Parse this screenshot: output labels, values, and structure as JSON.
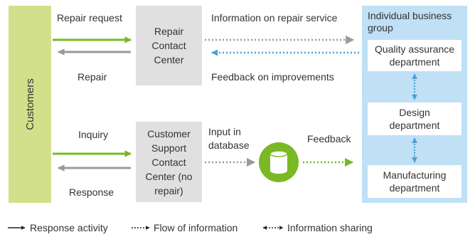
{
  "colors": {
    "customers_bg": "#d2e08c",
    "gray_box_bg": "#e0e0e0",
    "group_bg": "#bfe0f5",
    "dept_bg": "#ffffff",
    "green_arrow": "#7ab824",
    "gray_arrow": "#9a9a9a",
    "blue_arrow": "#4b9fd6",
    "database_fill": "#7ab824"
  },
  "customers": {
    "label": "Customers"
  },
  "repair_center": {
    "label": "Repair Contact Center"
  },
  "support_center": {
    "label": "Customer Support Contact Center (no repair)"
  },
  "business_group": {
    "title": "Individual business group",
    "departments": [
      {
        "label": "Quality assurance department"
      },
      {
        "label": "Design department"
      },
      {
        "label": "Manufacturing department"
      }
    ]
  },
  "arrow_labels": {
    "repair_request": "Repair request",
    "repair": "Repair",
    "info_on_repair": "Information on repair service",
    "feedback_improvements": "Feedback on improvements",
    "inquiry": "Inquiry",
    "response": "Response",
    "input_database": "Input in database",
    "feedback": "Feedback"
  },
  "database": {
    "icon": "database-icon"
  },
  "legend": [
    {
      "label": "Response activity",
      "style": "solid"
    },
    {
      "label": "Flow of information",
      "style": "dotted"
    },
    {
      "label": "Information sharing",
      "style": "double"
    }
  ]
}
